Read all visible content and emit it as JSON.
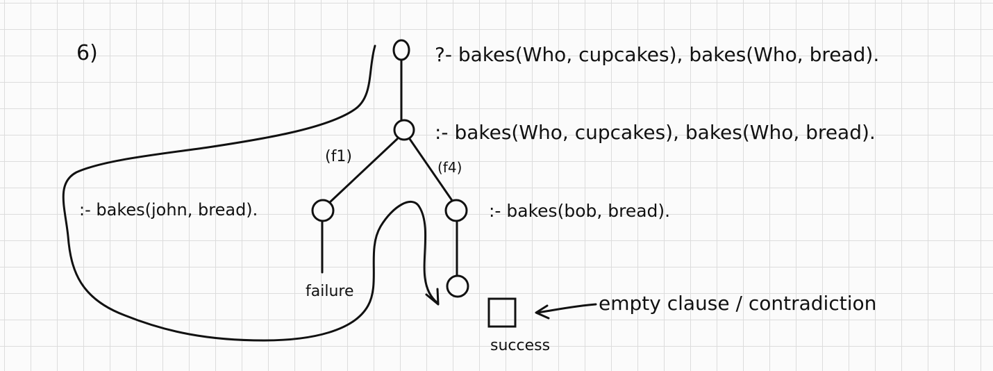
{
  "problem_number": "6)",
  "query": "?- bakes(Who, cupcakes), bakes(Who, bread).",
  "goal_root": ":- bakes(Who, cupcakes), bakes(Who, bread).",
  "edge_left_label": "(f1)",
  "edge_right_label": "(f4)",
  "goal_left": ":- bakes(john, bread).",
  "goal_right": ":- bakes(bob, bread).",
  "failure_label": "failure",
  "success_label": "success",
  "empty_clause_label": "empty clause / contradiction"
}
